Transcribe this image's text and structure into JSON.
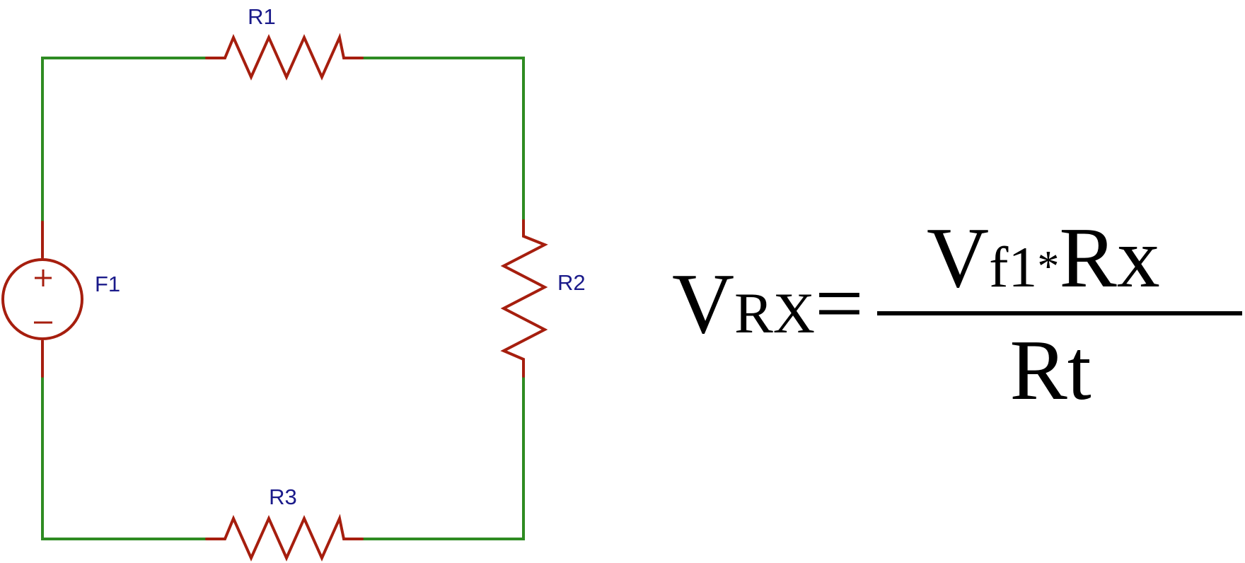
{
  "circuit": {
    "labels": {
      "r1": "R1",
      "r2": "R2",
      "r3": "R3",
      "f1": "F1"
    },
    "colors": {
      "wire": "#2e8b22",
      "component": "#a61e0e",
      "label": "#1a1a8a"
    },
    "source_icon": "voltage-source-icon",
    "resistor_icon": "resistor-zigzag-icon"
  },
  "equation": {
    "lhs_main": "V",
    "lhs_sub": "RX",
    "equals": "=",
    "num_main": "V",
    "num_sub": "f1",
    "num_op": "*",
    "num_rest": "Rx",
    "denominator": "Rt"
  }
}
